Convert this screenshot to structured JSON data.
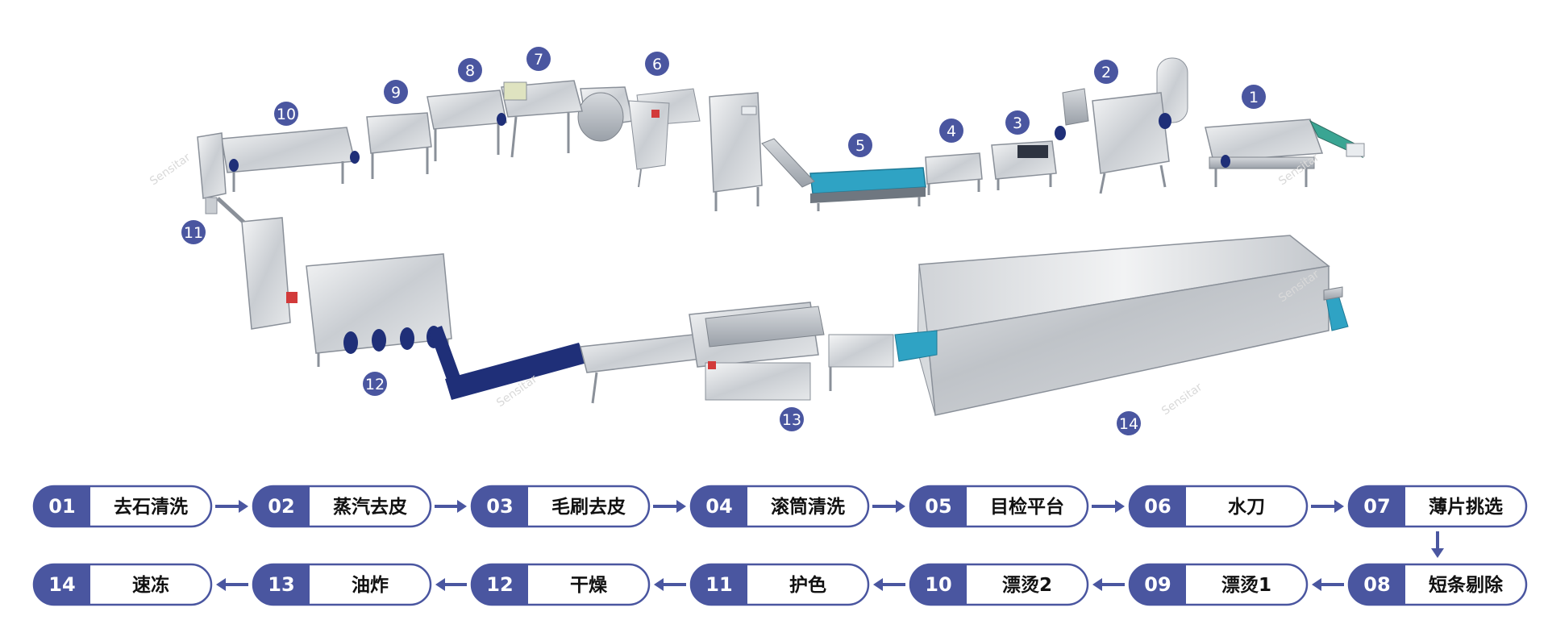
{
  "colors": {
    "accent": "#4a56a0",
    "steel_light": "#eef0f2",
    "steel_mid": "#c8ccd1",
    "steel_dark": "#8a9099",
    "conveyor_blue": "#2fa3c4",
    "belt_navy": "#1f2f78"
  },
  "markers": [
    "1",
    "2",
    "3",
    "4",
    "5",
    "6",
    "7",
    "8",
    "9",
    "10",
    "11",
    "12",
    "13",
    "14"
  ],
  "steps": [
    {
      "num": "01",
      "label": "去石清洗"
    },
    {
      "num": "02",
      "label": "蒸汽去皮"
    },
    {
      "num": "03",
      "label": "毛刷去皮"
    },
    {
      "num": "04",
      "label": "滚筒清洗"
    },
    {
      "num": "05",
      "label": "目检平台"
    },
    {
      "num": "06",
      "label": "水刀"
    },
    {
      "num": "07",
      "label": "薄片挑选"
    },
    {
      "num": "08",
      "label": "短条剔除"
    },
    {
      "num": "09",
      "label": "漂烫1"
    },
    {
      "num": "10",
      "label": "漂烫2"
    },
    {
      "num": "11",
      "label": "护色"
    },
    {
      "num": "12",
      "label": "干燥"
    },
    {
      "num": "13",
      "label": "油炸"
    },
    {
      "num": "14",
      "label": "速冻"
    }
  ],
  "watermark": "Sensitar"
}
